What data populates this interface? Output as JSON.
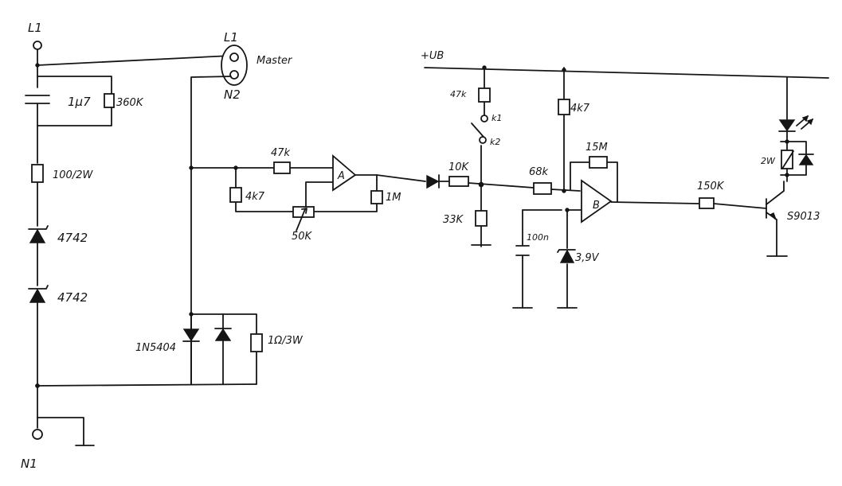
{
  "terminals": {
    "l1_left": "L1",
    "l1_top": "L1",
    "n1": "N1",
    "n2": "N2",
    "master": "Master",
    "supply": "+UB"
  },
  "components": {
    "c_1u7": "1µ7",
    "r_360k": "360K",
    "r_100_2w": "100/2W",
    "z_4742_a": "4742",
    "z_4742_b": "4742",
    "d_1n5404": "1N5404",
    "r_1ohm_3w": "1Ω/3W",
    "r_47k_a": "47k",
    "r_4k7_a": "4k7",
    "pot_50k": "50K",
    "r_1m": "1M",
    "opamp_a": "A",
    "r_47k_b": "47k",
    "sw_k1": "k1",
    "sw_k2": "k2",
    "r_10k": "10K",
    "r_33k": "33K",
    "r_68k": "68k",
    "c_100n": "100n",
    "r_4k7_b": "4k7",
    "r_15m": "15M",
    "opamp_b": "B",
    "z_3v9": "3,9V",
    "r_150k": "150K",
    "rel_2w": "2W",
    "q_s9013": "S9013"
  },
  "colors": {
    "ink": "#151515",
    "paper": "#ffffff"
  }
}
